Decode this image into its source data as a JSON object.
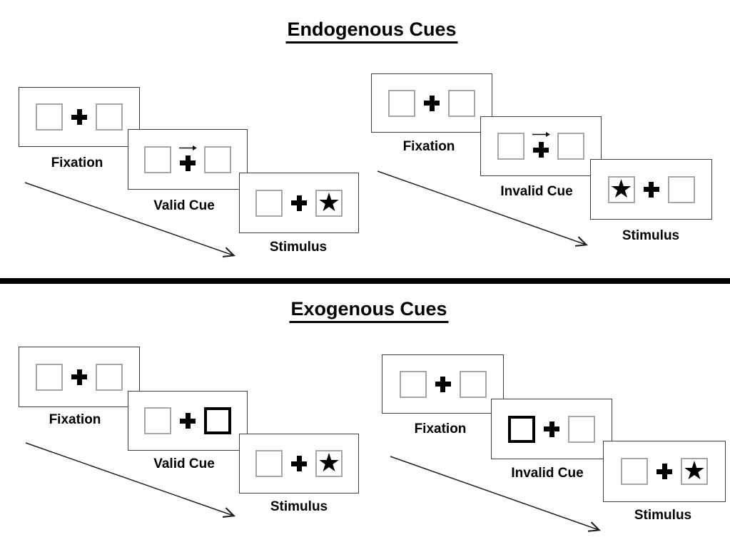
{
  "colors": {
    "background": "#ffffff",
    "ink": "#000000",
    "panel_border": "#3d3d3d",
    "box_border": "#a6a6a6",
    "bold_cue_border": "#000000"
  },
  "glyphs": {
    "star": "★"
  },
  "sections": [
    {
      "title": "Endogenous Cues",
      "sequences": [
        {
          "name": "valid",
          "cue_type": "central-arrow-pointing-right",
          "stimulus_side": "right",
          "panels": [
            {
              "label": "Fixation"
            },
            {
              "label": "Valid Cue"
            },
            {
              "label": "Stimulus"
            }
          ]
        },
        {
          "name": "invalid",
          "cue_type": "central-arrow-pointing-right",
          "stimulus_side": "left",
          "panels": [
            {
              "label": "Fixation"
            },
            {
              "label": "Invalid Cue"
            },
            {
              "label": "Stimulus"
            }
          ]
        }
      ]
    },
    {
      "title": "Exogenous Cues",
      "sequences": [
        {
          "name": "valid",
          "cue_type": "peripheral-bold-box-right",
          "stimulus_side": "right",
          "panels": [
            {
              "label": "Fixation"
            },
            {
              "label": "Valid Cue"
            },
            {
              "label": "Stimulus"
            }
          ]
        },
        {
          "name": "invalid",
          "cue_type": "peripheral-bold-box-left",
          "stimulus_side": "right",
          "panels": [
            {
              "label": "Fixation"
            },
            {
              "label": "Invalid Cue"
            },
            {
              "label": "Stimulus"
            }
          ]
        }
      ]
    }
  ]
}
